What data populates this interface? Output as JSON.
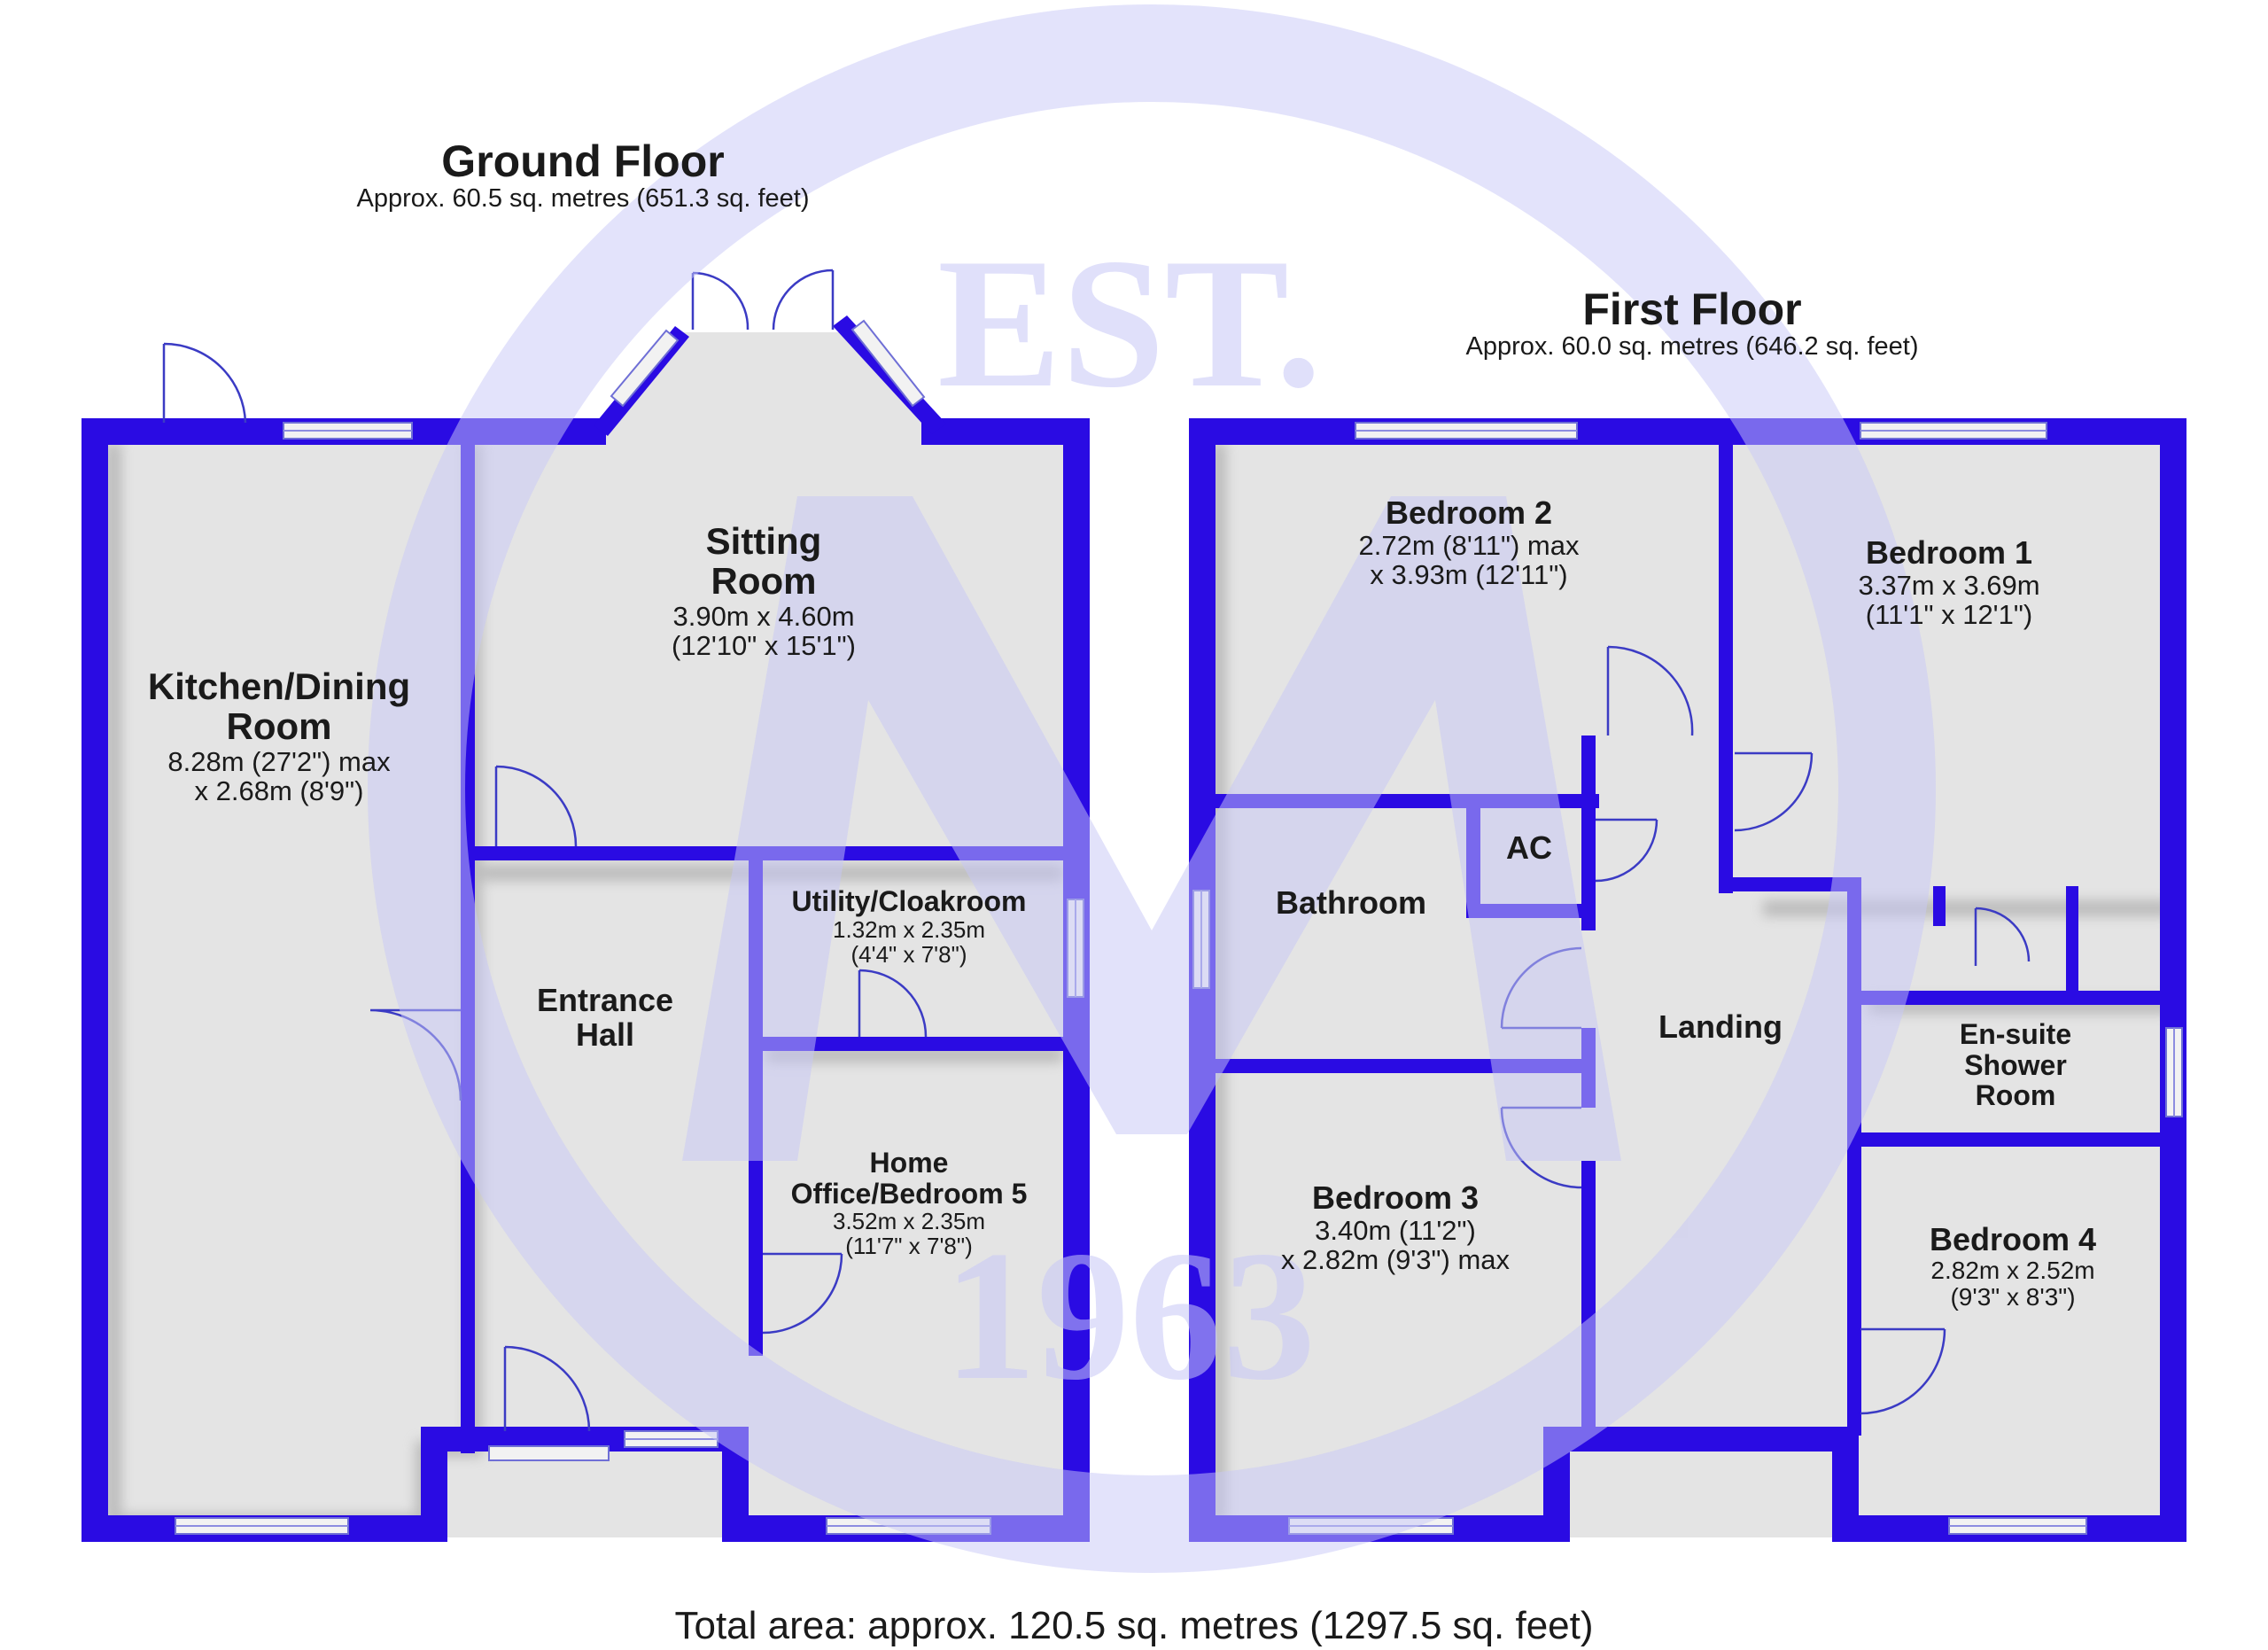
{
  "watermark": {
    "top_text": "EST.",
    "bottom_text": "1963",
    "color": "#d9d9fb",
    "logo": "M-circle-logo"
  },
  "colors": {
    "wall": "#2a0be3",
    "floor": "#e4e4e4",
    "window": "#f2f2f2"
  },
  "ground_floor": {
    "title": "Ground Floor",
    "area": "Approx. 60.5 sq. metres (651.3 sq. feet)",
    "rooms": {
      "kitchen": {
        "name1": "Kitchen/Dining",
        "name2": "Room",
        "dim1": "8.28m (27'2\") max",
        "dim2": "x 2.68m (8'9\")"
      },
      "sitting": {
        "name1": "Sitting",
        "name2": "Room",
        "dim1": "3.90m x 4.60m",
        "dim2": "(12'10\" x 15'1\")"
      },
      "hall": {
        "name1": "Entrance",
        "name2": "Hall"
      },
      "utility": {
        "name": "Utility/Cloakroom",
        "dim1": "1.32m x 2.35m",
        "dim2": "(4'4\" x 7'8\")"
      },
      "office": {
        "name1": "Home",
        "name2": "Office/Bedroom 5",
        "dim1": "3.52m x 2.35m",
        "dim2": "(11'7\" x 7'8\")"
      }
    }
  },
  "first_floor": {
    "title": "First Floor",
    "area": "Approx. 60.0 sq. metres (646.2 sq. feet)",
    "rooms": {
      "bedroom2": {
        "name": "Bedroom 2",
        "dim1": "2.72m (8'11\") max",
        "dim2": "x 3.93m (12'11\")"
      },
      "bedroom1": {
        "name": "Bedroom 1",
        "dim1": "3.37m x 3.69m",
        "dim2": "(11'1\" x 12'1\")"
      },
      "ac": {
        "name": "AC"
      },
      "bathroom": {
        "name": "Bathroom"
      },
      "landing": {
        "name": "Landing"
      },
      "ensuite": {
        "name1": "En-suite",
        "name2": "Shower",
        "name3": "Room"
      },
      "bedroom3": {
        "name": "Bedroom 3",
        "dim1": "3.40m (11'2\")",
        "dim2": "x 2.82m (9'3\") max"
      },
      "bedroom4": {
        "name": "Bedroom 4",
        "dim1": "2.82m x 2.52m",
        "dim2": "(9'3\" x 8'3\")"
      }
    }
  },
  "total_area": "Total area: approx. 120.5 sq. metres (1297.5 sq. feet)"
}
